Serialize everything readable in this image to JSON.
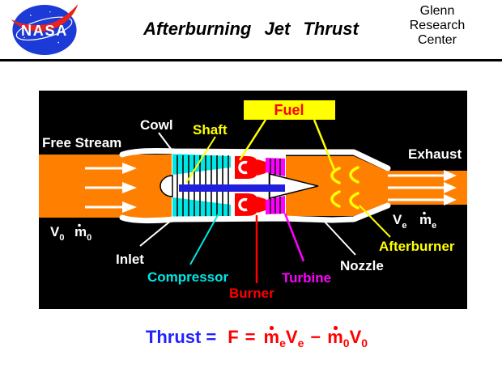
{
  "header": {
    "logo_text": "NASA",
    "title": "Afterburning Jet Thrust",
    "org": [
      "Glenn",
      "Research",
      "Center"
    ]
  },
  "colors": {
    "orange": "#FF8000",
    "cyan": "#00E6E6",
    "red": "#FF0000",
    "magenta": "#FF00FF",
    "yellow": "#FFFF00",
    "shaft_blue": "#1F1FDD",
    "nasa_blue": "#1C3AD6",
    "swoosh_red": "#E8221C",
    "equation_blue": "#2222FF",
    "panel_black": "#000000"
  },
  "diagram": {
    "labels": {
      "free_stream": "Free Stream",
      "cowl": "Cowl",
      "shaft": "Shaft",
      "fuel": "Fuel",
      "exhaust": "Exhaust",
      "inlet": "Inlet",
      "compressor": "Compressor",
      "burner": "Burner",
      "turbine": "Turbine",
      "nozzle": "Nozzle",
      "afterburner": "Afterburner"
    },
    "flow_in": {
      "v": "V",
      "v_sub": "0",
      "m": "m",
      "m_sub": "0"
    },
    "flow_out": {
      "v": "V",
      "v_sub": "e",
      "m": "m",
      "m_sub": "e"
    }
  },
  "equation": {
    "lhs": "Thrust",
    "eq1": "=",
    "f": "F",
    "eq2": "=",
    "t1_base": "m",
    "t1_sub": "e",
    "t1_v": "V",
    "t1_vsub": "e",
    "minus": "−",
    "t2_base": "m",
    "t2_sub": "0",
    "t2_v": "V",
    "t2_vsub": "0"
  }
}
